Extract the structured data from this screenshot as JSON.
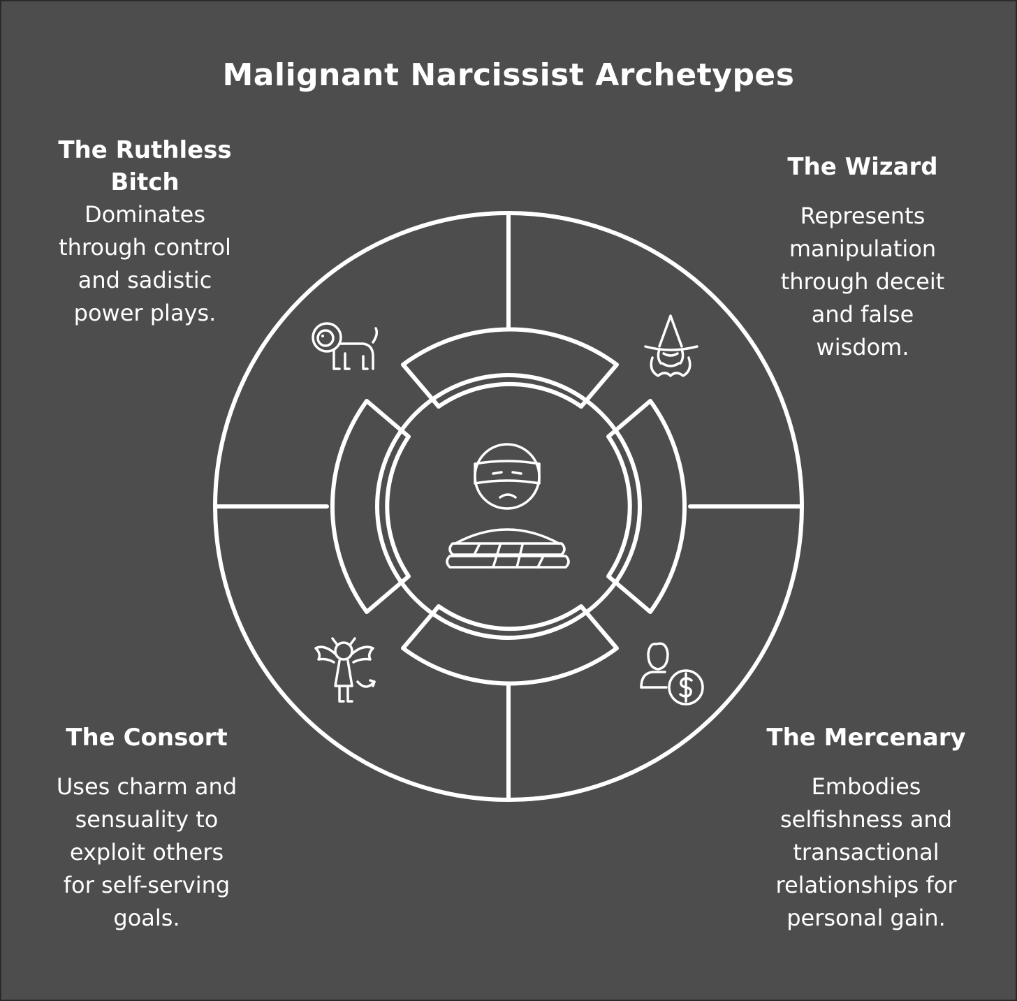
{
  "title": "Malignant Narcissist Archetypes",
  "archetypes": [
    {
      "id": "ruthless",
      "name": "The Ruthless Bitch",
      "name_lines": [
        "The Ruthless",
        "Bitch"
      ],
      "description_lines": [
        "Dominates",
        "through control",
        "and sadistic",
        "power plays."
      ],
      "icon": "lion-icon"
    },
    {
      "id": "wizard",
      "name": "The Wizard",
      "name_lines": [
        "The Wizard"
      ],
      "description_lines": [
        "Represents",
        "manipulation",
        "through deceit",
        "and false",
        "wisdom."
      ],
      "icon": "wizard-icon"
    },
    {
      "id": "consort",
      "name": "The Consort",
      "name_lines": [
        "The Consort"
      ],
      "description_lines": [
        "Uses charm and",
        "sensuality to",
        "exploit others",
        "for self-serving",
        "goals."
      ],
      "icon": "devil-woman-icon"
    },
    {
      "id": "mercenary",
      "name": "The Mercenary",
      "name_lines": [
        "The Mercenary"
      ],
      "description_lines": [
        "Embodies",
        "selfishness and",
        "transactional",
        "relationships for",
        "personal gain."
      ],
      "icon": "person-dollar-icon"
    }
  ],
  "center_icon": "masked-narcissist-icon",
  "colors": {
    "background": "#4d4d4d",
    "line": "#ffffff",
    "text": "#ffffff"
  }
}
